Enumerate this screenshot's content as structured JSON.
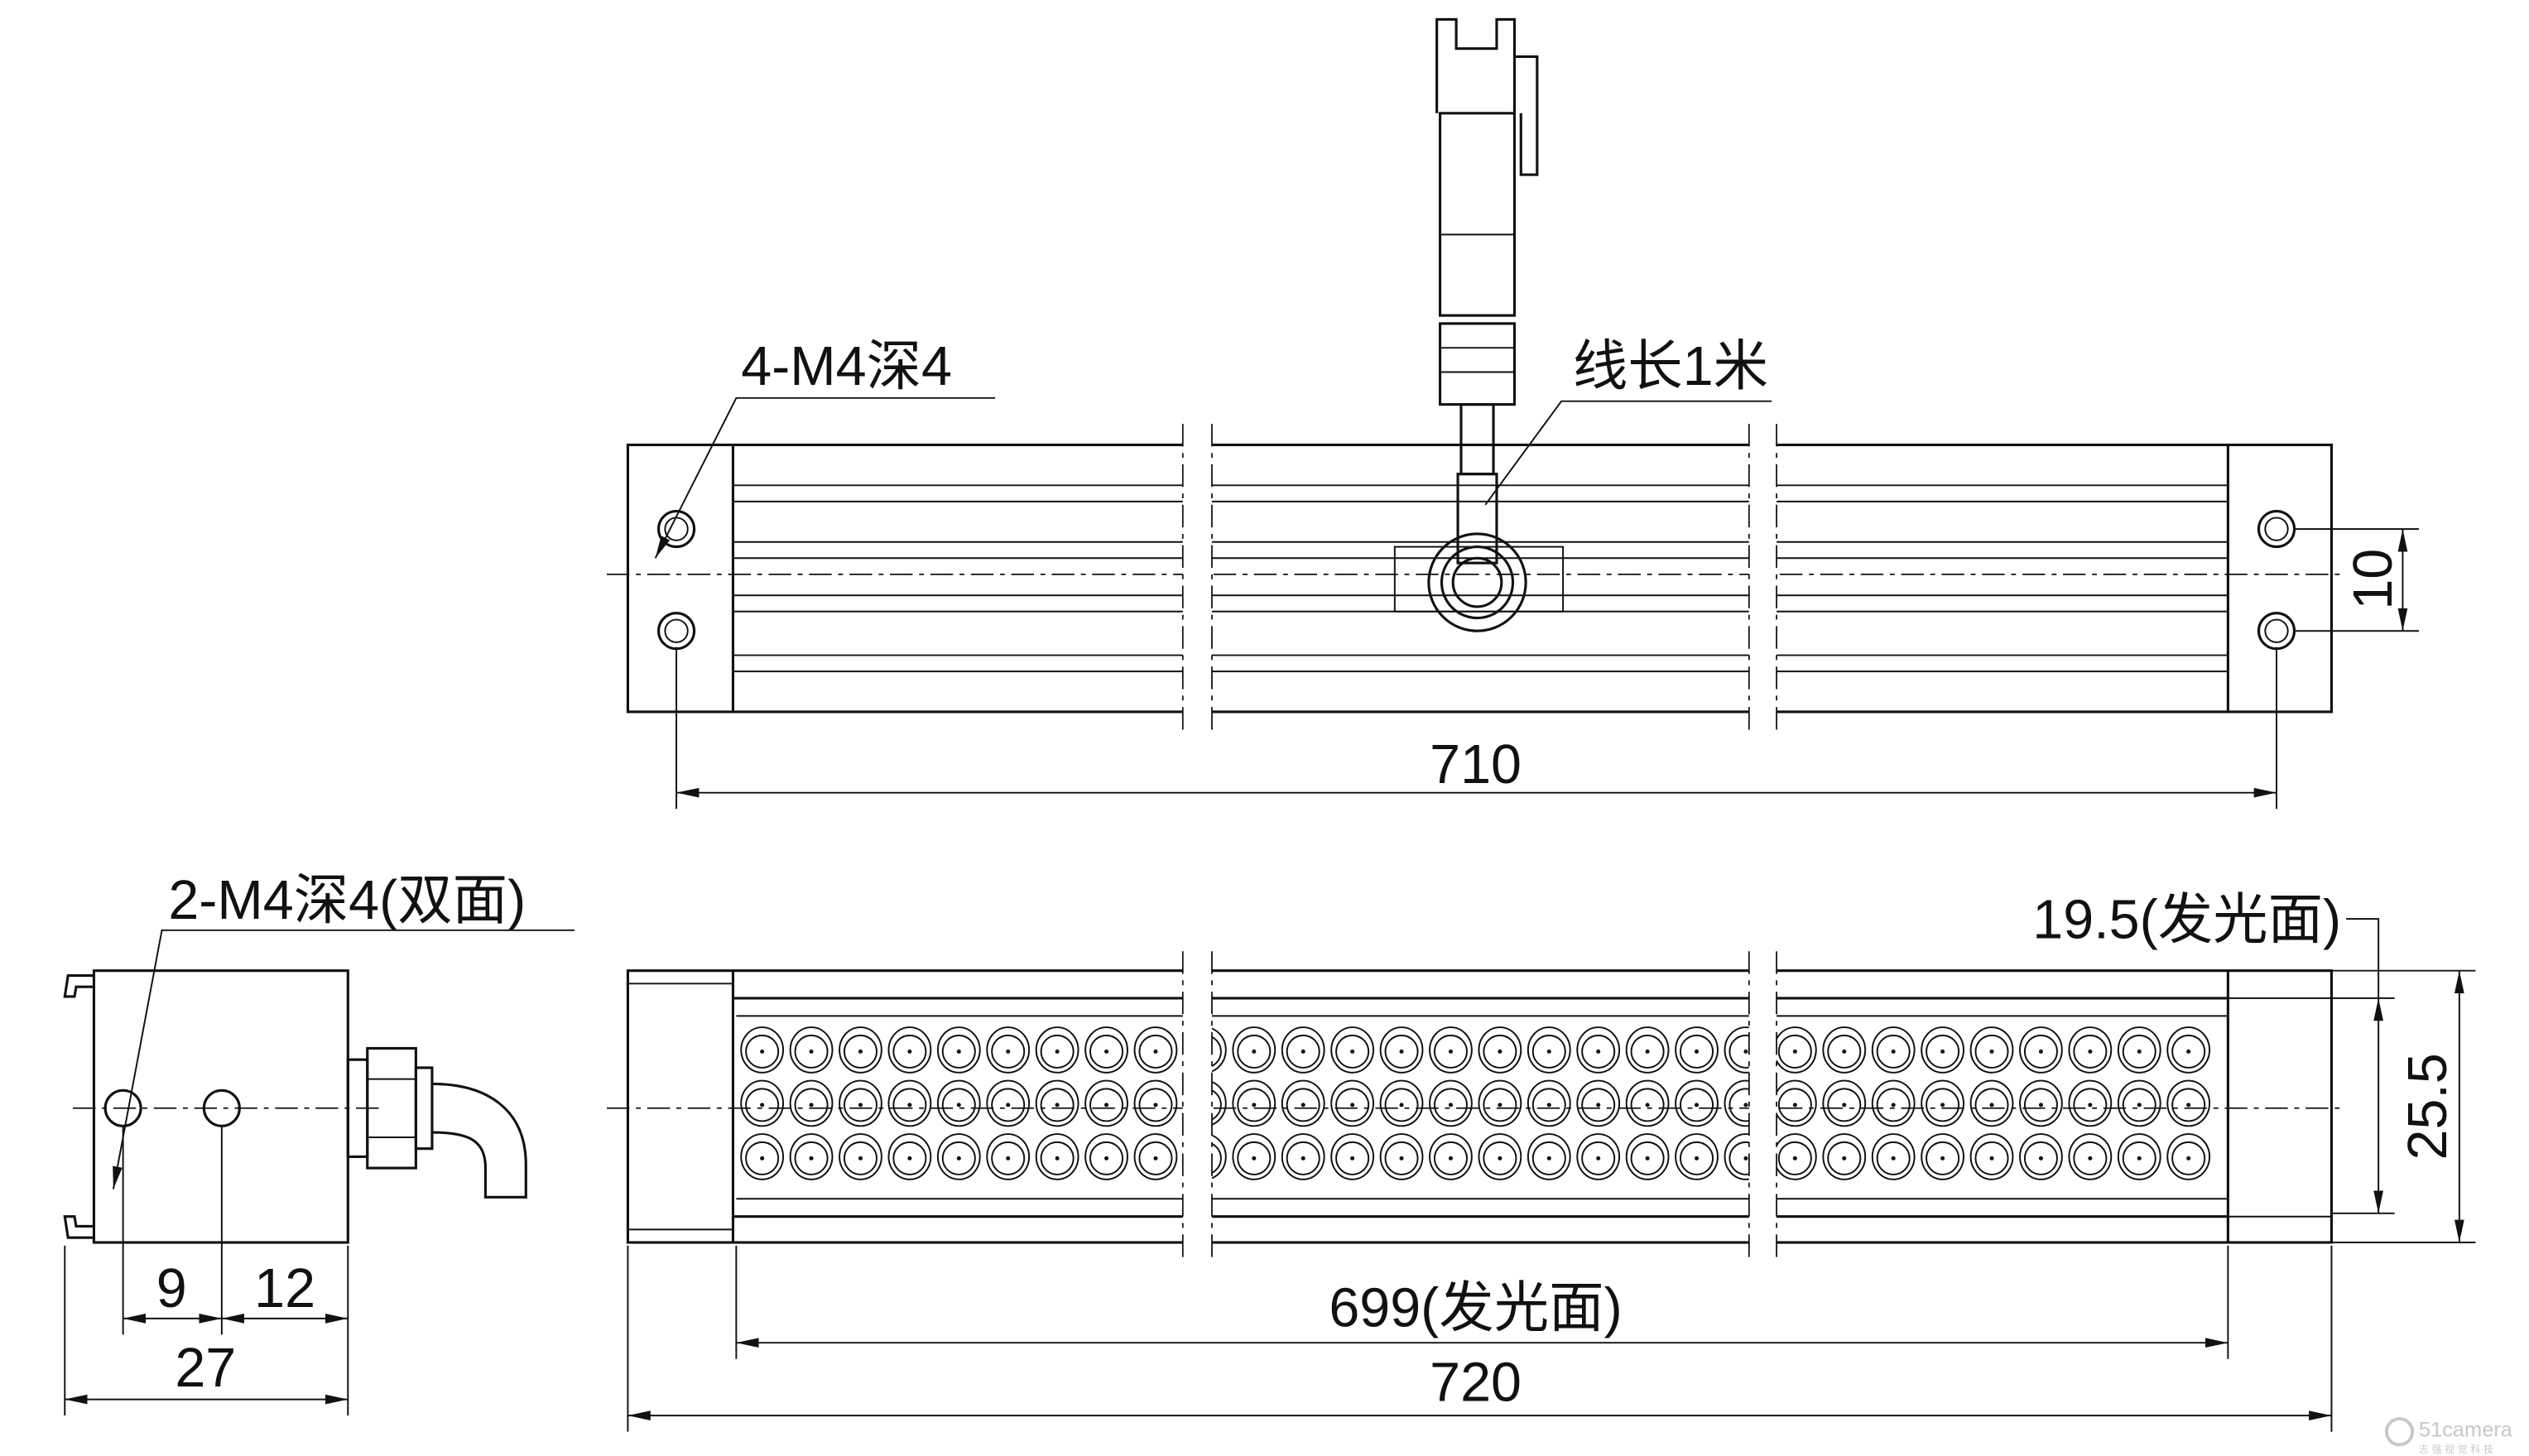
{
  "labels": {
    "top_holes": "4-M4深4",
    "cable_length": "线长1米",
    "dim_710": "710",
    "dim_10": "10",
    "side_holes": "2-M4深4(双面)",
    "dim_19_5": "19.5(发光面)",
    "dim_25_5": "25.5",
    "dim_699": "699(发光面)",
    "dim_720": "720",
    "dim_9": "9",
    "dim_12": "12",
    "dim_27": "27"
  },
  "watermark": {
    "brand": "51camera",
    "subtitle": "志强视觉科技"
  },
  "led_rows": 3,
  "led_columns": 30
}
